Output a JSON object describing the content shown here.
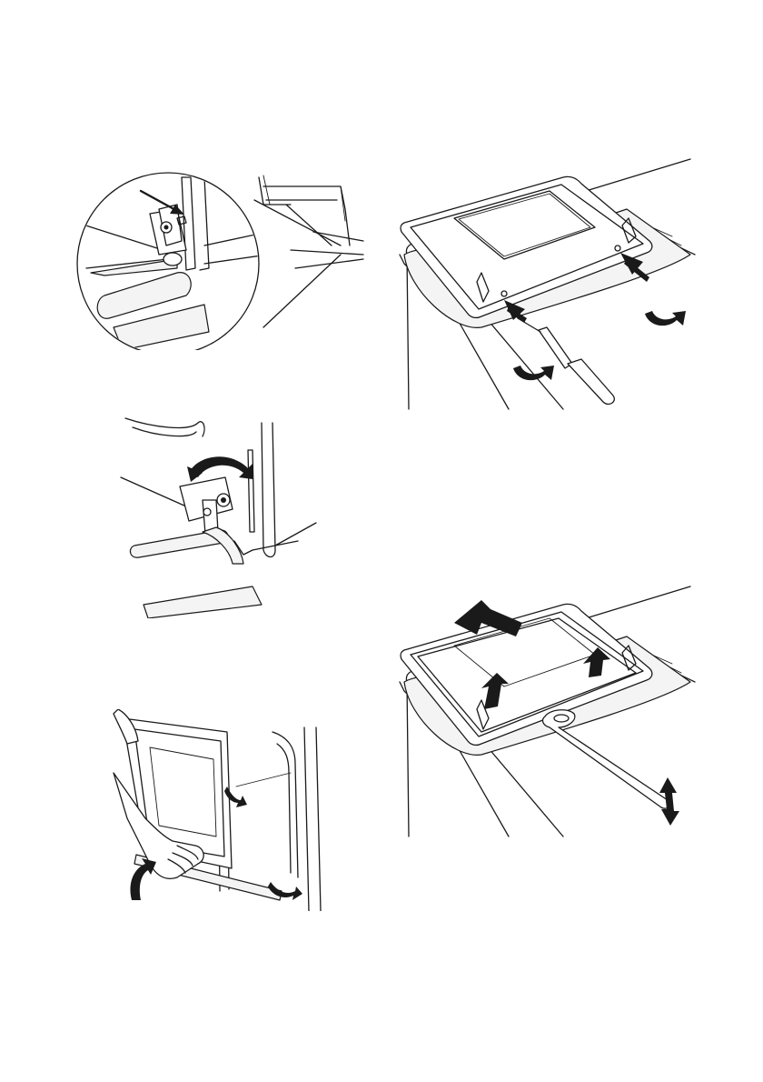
{
  "page": {
    "background": "#ffffff",
    "ink_color": "#1a1a1a"
  },
  "figures": [
    {
      "id": "hinge-closeup",
      "icon": "magnifier-circle-icon"
    },
    {
      "id": "door-on-worktop-unscrew",
      "icon": "screwdriver-icon"
    },
    {
      "id": "hinge-lever-rotate",
      "icon": "curved-arrow-icon"
    },
    {
      "id": "door-glass-lift",
      "icon": "up-arrow-icon"
    },
    {
      "id": "door-removal-hands",
      "icon": "hand-icon"
    }
  ]
}
